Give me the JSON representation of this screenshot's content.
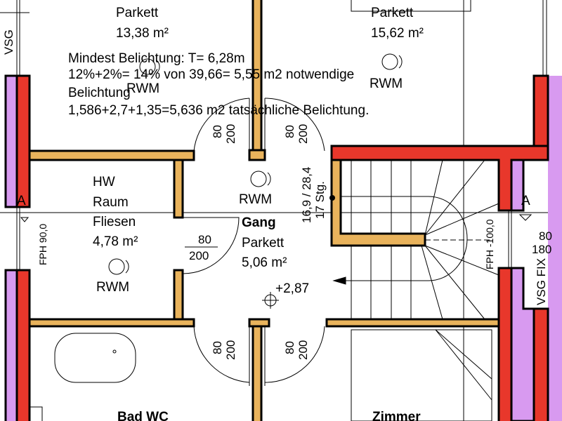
{
  "colors": {
    "load_wall": "#e8372b",
    "partition": "#e9b35c",
    "insulation": "#d89af0"
  },
  "rooms": [
    {
      "id": "top-left",
      "floor": "Parkett",
      "area": "13,38 m²"
    },
    {
      "id": "top-right",
      "floor": "Parkett",
      "area": "15,62 m²"
    },
    {
      "id": "hw",
      "name1": "HW",
      "name2": "Raum",
      "floor": "Fliesen",
      "area": "4,78 m²"
    },
    {
      "id": "gang",
      "name": "Gang",
      "floor": "Parkett",
      "area": "5,06 m²"
    },
    {
      "id": "bad",
      "name": "Bad WC"
    },
    {
      "id": "zimmer",
      "name": "Zimmer"
    }
  ],
  "note": [
    "Mindest Belichtung: T= 6,28m",
    "12%+2%= 14% von 39,66= 5,55 m2 notwendige",
    "Belichtung",
    "1,586+2,7+1,35=5,636 m2 tatsächliche Belichtung."
  ],
  "rwm": "RWM",
  "doors": {
    "width": "80",
    "height": "200"
  },
  "window_left": "VSG",
  "fph_left": "FPH 90,0",
  "fph_right": "FPH -100,0",
  "window_right": "VSG FIX",
  "window_right_w": "80",
  "window_right_h": "180",
  "stair": {
    "ratio": "16,9 / 28,4",
    "steps": "17 Stg."
  },
  "level": "+2,87",
  "section": "A"
}
